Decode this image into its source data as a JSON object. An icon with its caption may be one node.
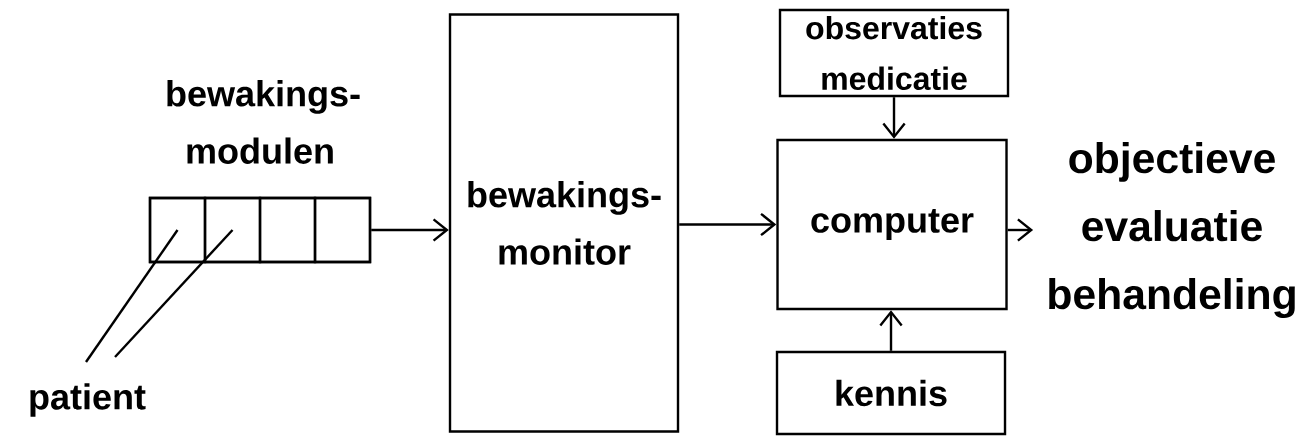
{
  "diagram": {
    "nodes": [
      {
        "text": [
          "bewakings- modulen"
        ]
      },
      {
        "text": [],
        "shape": "box",
        "in": 0
      },
      {
        "text": [],
        "shape": "box",
        "in": 0
      },
      {
        "text": [],
        "shape": "box",
        "in": 0
      },
      {
        "text": [],
        "shape": "box",
        "in": 0
      },
      {
        "text": [
          "patient"
        ]
      },
      {
        "text": [
          "bewakings- monitor"
        ]
      },
      {
        "text": [
          "observaties medicatie"
        ]
      },
      {
        "text": [
          "computer"
        ]
      },
      {
        "text": [
          "kennis"
        ]
      },
      {
        "text": [
          "objectieve evaluatie behandeling"
        ]
      }
    ],
    "edges": [
      {
        "from": 5,
        "to": 1,
        "arrow": "none"
      },
      {
        "from": 5,
        "to": 2,
        "arrow": "none"
      },
      {
        "from": 0,
        "to": 6,
        "arrow": "to"
      },
      {
        "from": 6,
        "to": 8,
        "arrow": "to"
      },
      {
        "from": 7,
        "to": 8,
        "arrow": "to"
      },
      {
        "from": 9,
        "to": 8,
        "arrow": "to"
      },
      {
        "from": 8,
        "to": 10,
        "arrow": "to"
      }
    ]
  }
}
